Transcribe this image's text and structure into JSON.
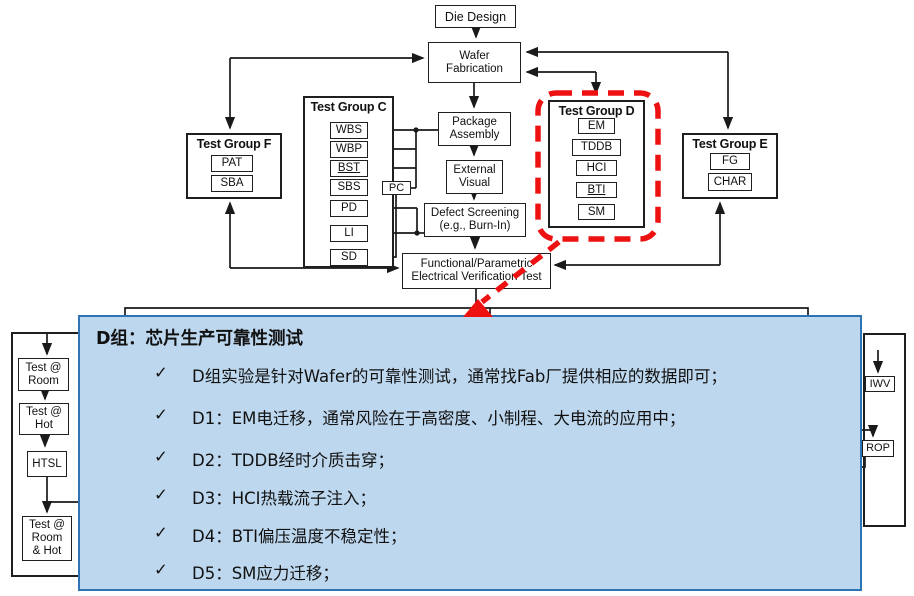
{
  "diagram": {
    "die_design": "Die Design",
    "wafer_fabrication": "Wafer Fabrication",
    "package_assembly": "Package Assembly",
    "external_visual": "External Visual",
    "defect_screening": "Defect Screening (e.g., Burn-In)",
    "functional_test": "Functional/Parametric Electrical Verification Test",
    "pc": "PC",
    "group_c": {
      "title": "Test Group C",
      "items": [
        "WBS",
        "WBP",
        "BST",
        "SBS",
        "PD",
        "LI",
        "SD"
      ]
    },
    "group_f": {
      "title": "Test Group F",
      "items": [
        "PAT",
        "SBA"
      ]
    },
    "group_d": {
      "title": "Test Group D",
      "items": [
        "EM",
        "TDDB",
        "HCI",
        "BTI",
        "SM"
      ]
    },
    "group_e": {
      "title": "Test Group E",
      "items": [
        "FG",
        "CHAR"
      ]
    },
    "left_chain": {
      "items": [
        "Test @ Room",
        "Test @ Hot",
        "HTSL",
        "Test @ Room & Hot"
      ]
    },
    "right_chain": {
      "items": [
        "IWV",
        "ROP"
      ]
    }
  },
  "callout": {
    "title": "D组：芯片生产可靠性测试",
    "check": "✓",
    "bullets": [
      "D组实验是针对Wafer的可靠性测试，通常找Fab厂提供相应的数据即可；",
      "D1：EM电迁移，通常风险在于高密度、小制程、大电流的应用中；",
      "D2：TDDB经时介质击穿；",
      "D3：HCI热载流子注入；",
      "D4：BTI偏压温度不稳定性；",
      "D5：SM应力迁移；"
    ]
  },
  "colors": {
    "callout_fill": "#BDD7EE",
    "callout_border": "#2E74B5",
    "annotation_red": "#EE1111",
    "line_black": "#1A1A1A"
  }
}
